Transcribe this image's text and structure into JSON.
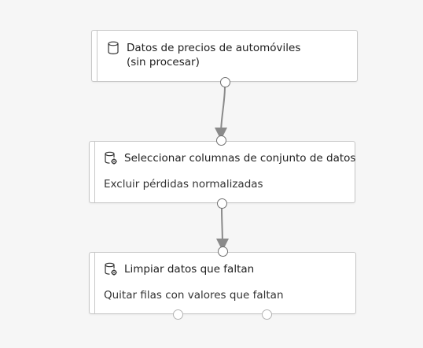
{
  "modules": [
    {
      "title_line1": "Datos de precios de automóviles",
      "title_line2": "(sin procesar)",
      "icon": "database-icon"
    },
    {
      "title": "Seleccionar columnas de conjunto de datos",
      "subtitle": "Excluir pérdidas normalizadas",
      "icon": "database-gear-icon"
    },
    {
      "title": "Limpiar datos que faltan",
      "subtitle": "Quitar filas con valores que faltan",
      "icon": "database-gear-icon"
    }
  ],
  "colors": {
    "canvas": "#f6f6f6",
    "module_border": "#c8c8c8",
    "edge": "#8a8a8a",
    "port_border": "#707070"
  }
}
